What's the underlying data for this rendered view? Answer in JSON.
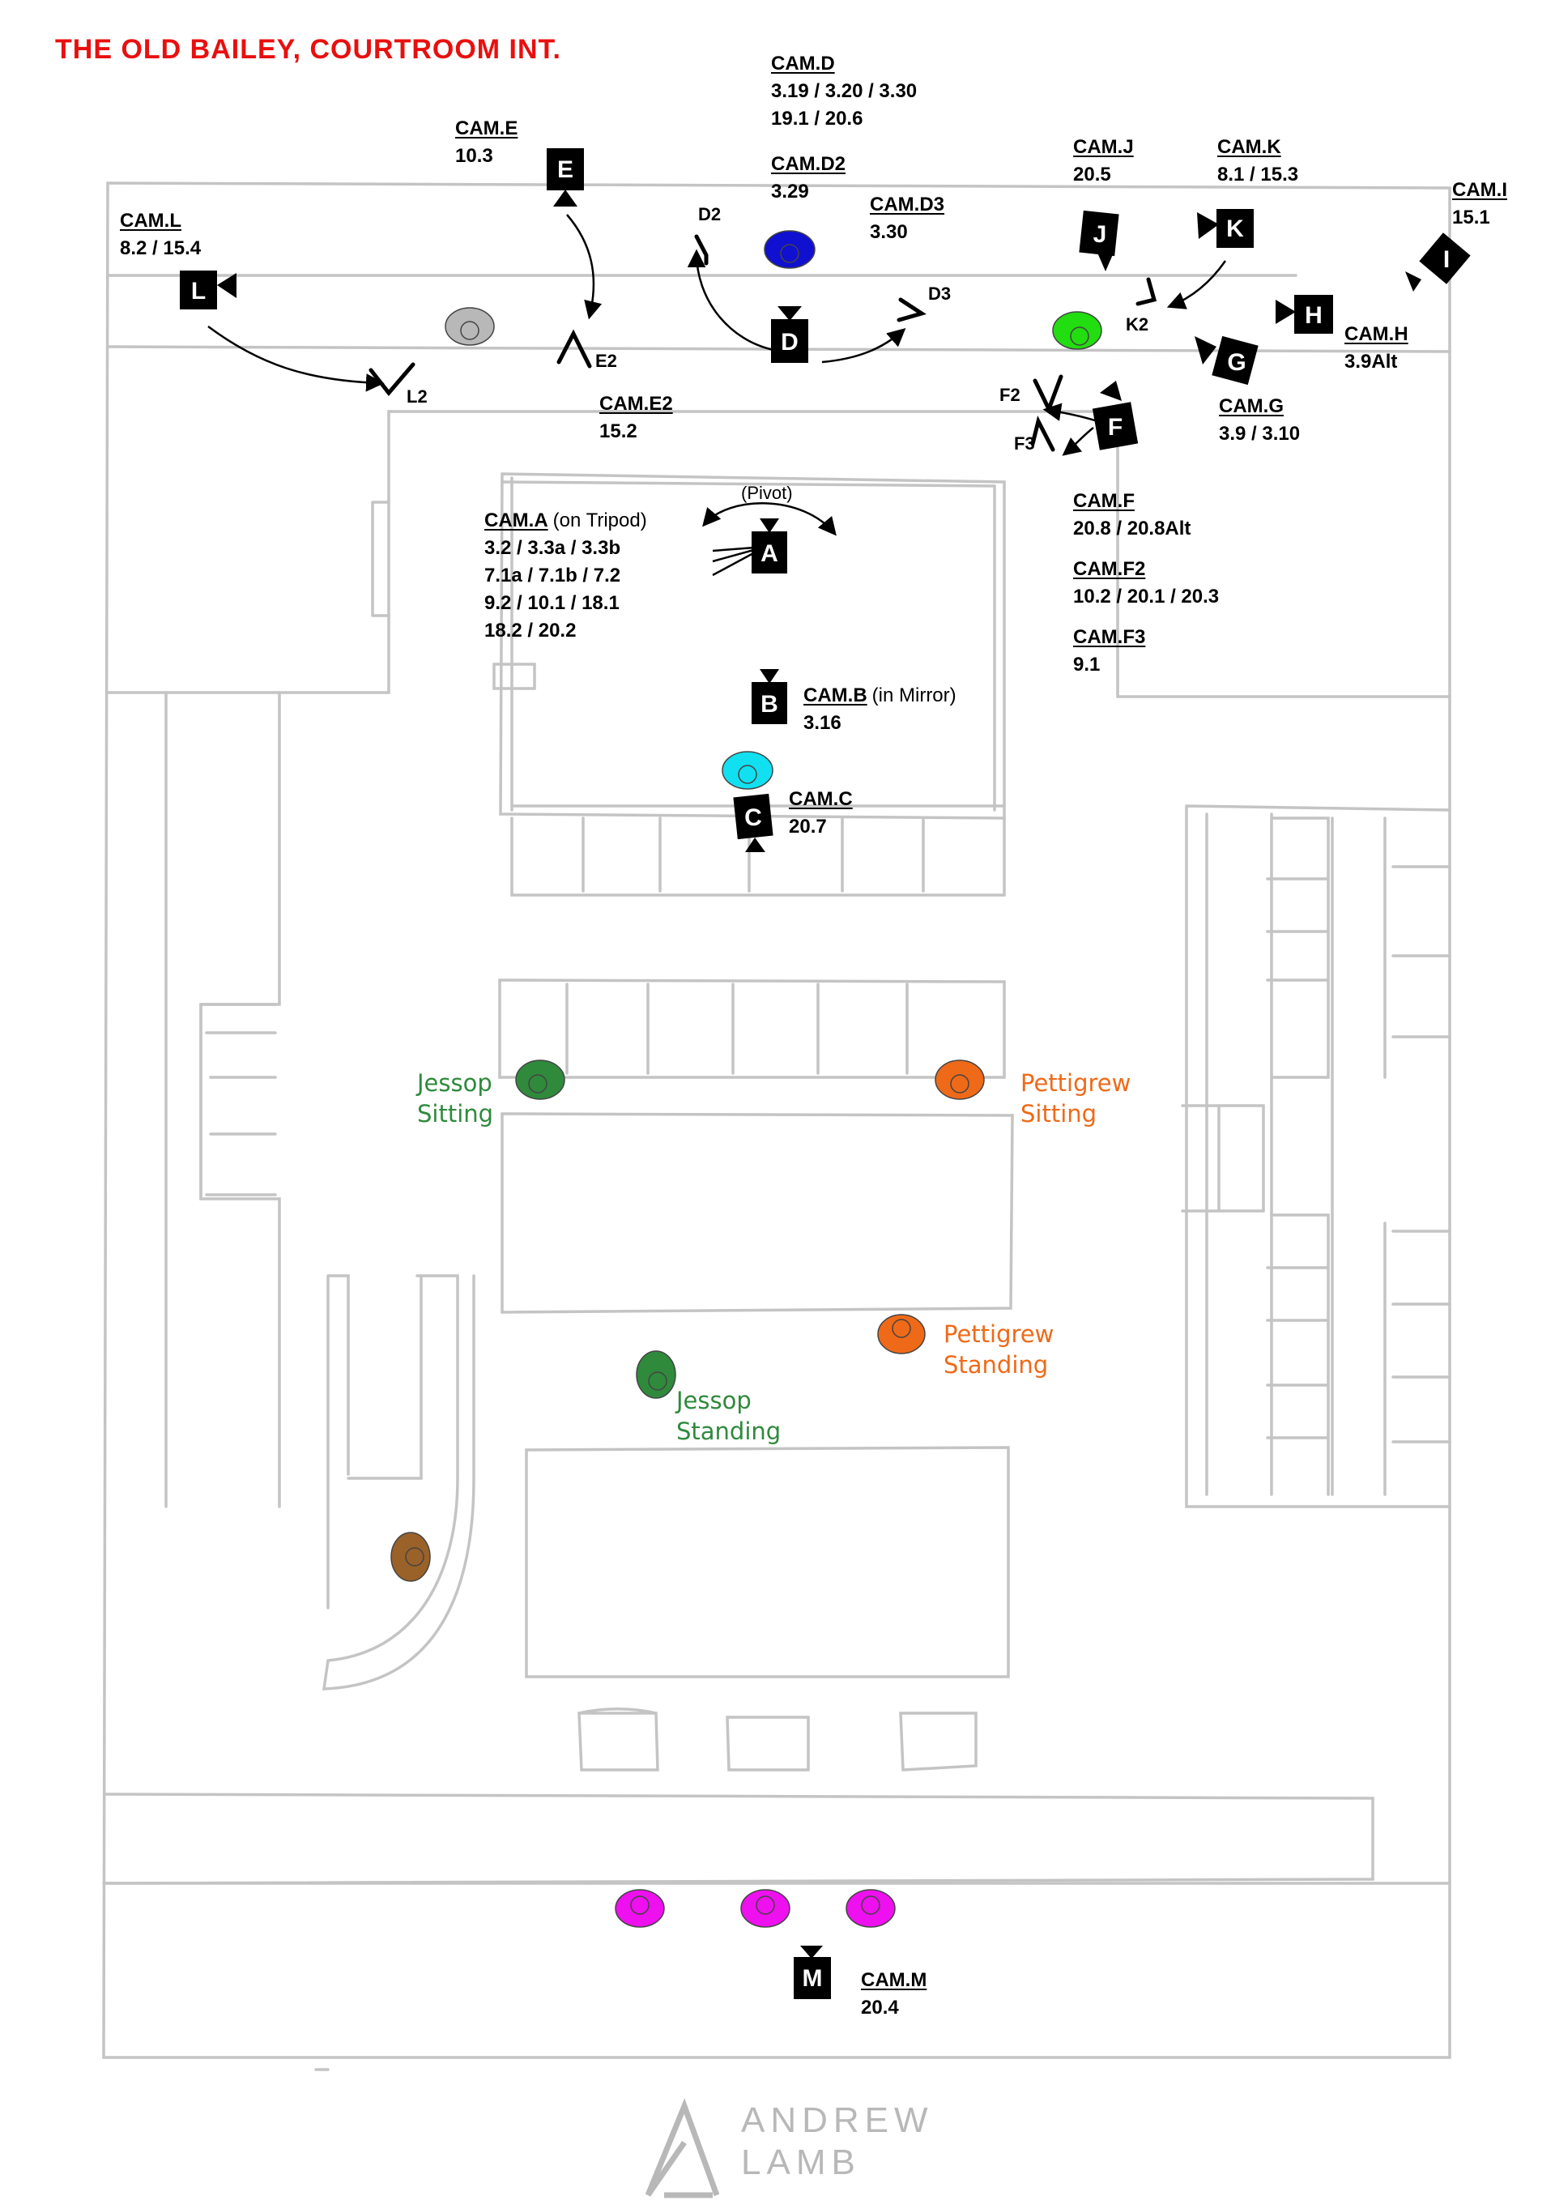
{
  "title": "THE OLD BAILEY, COURTROOM INT.",
  "cameras": {
    "A": {
      "letter": "A",
      "title": "CAM.A",
      "note": "(on Tripod)",
      "lines": [
        "3.2 / 3.3a / 3.3b",
        "7.1a / 7.1b / 7.2",
        "9.2 / 10.1 / 18.1",
        "18.2 / 20.2"
      ],
      "pivot": "(Pivot)"
    },
    "B": {
      "letter": "B",
      "title": "CAM.B",
      "note": "(in Mirror)",
      "lines": [
        "3.16"
      ]
    },
    "C": {
      "letter": "C",
      "title": "CAM.C",
      "lines": [
        "20.7"
      ]
    },
    "D": {
      "letter": "D",
      "title": "CAM.D",
      "lines": [
        "3.19 / 3.20 / 3.30",
        "19.1 / 20.6"
      ]
    },
    "D2": {
      "title": "CAM.D2",
      "lines": [
        "3.29"
      ],
      "mark": "D2"
    },
    "D3": {
      "title": "CAM.D3",
      "lines": [
        "3.30"
      ],
      "mark": "D3"
    },
    "E": {
      "letter": "E",
      "title": "CAM.E",
      "lines": [
        "10.3"
      ]
    },
    "E2": {
      "title": "CAM.E2",
      "lines": [
        "15.2"
      ],
      "mark": "E2"
    },
    "F": {
      "letter": "F",
      "title": "CAM.F",
      "lines": [
        "20.8 / 20.8Alt"
      ]
    },
    "F2": {
      "title": "CAM.F2",
      "lines": [
        "10.2 / 20.1 / 20.3"
      ],
      "mark": "F2"
    },
    "F3": {
      "title": "CAM.F3",
      "lines": [
        "9.1"
      ],
      "mark": "F3"
    },
    "G": {
      "letter": "G",
      "title": "CAM.G",
      "lines": [
        "3.9 / 3.10"
      ]
    },
    "H": {
      "letter": "H",
      "title": "CAM.H",
      "lines": [
        "3.9Alt"
      ]
    },
    "I": {
      "letter": "I",
      "title": "CAM.I",
      "lines": [
        "15.1"
      ]
    },
    "J": {
      "letter": "J",
      "title": "CAM.J",
      "lines": [
        "20.5"
      ]
    },
    "K": {
      "letter": "K",
      "title": "CAM.K",
      "lines": [
        "8.1 / 15.3"
      ],
      "mark": "K2"
    },
    "L": {
      "letter": "L",
      "title": "CAM.L",
      "lines": [
        "8.2 / 15.4"
      ],
      "mark": "L2"
    },
    "M": {
      "letter": "M",
      "title": "CAM.M",
      "lines": [
        "20.4"
      ]
    }
  },
  "people": {
    "jessop_sitting": [
      "Jessop",
      "Sitting"
    ],
    "jessop_standing": [
      "Jessop",
      "Standing"
    ],
    "pettigrew_sitting": [
      "Pettigrew",
      "Sitting"
    ],
    "pettigrew_standing": [
      "Pettigrew",
      "Standing"
    ]
  },
  "colors": {
    "title": "#e8100f",
    "jessop": "#2f8a3c",
    "pettigrew": "#ef6a18",
    "blue_marker": "#1010d0",
    "lime_marker": "#22dd10",
    "cyan_marker": "#11e0f0",
    "magenta_marker": "#ee10ee",
    "grey_marker": "#b8b8b8",
    "brown_marker": "#9a6228",
    "sketch_line": "#c4c4c4"
  },
  "logo": {
    "line1": "ANDREW",
    "line2": "LAMB"
  }
}
